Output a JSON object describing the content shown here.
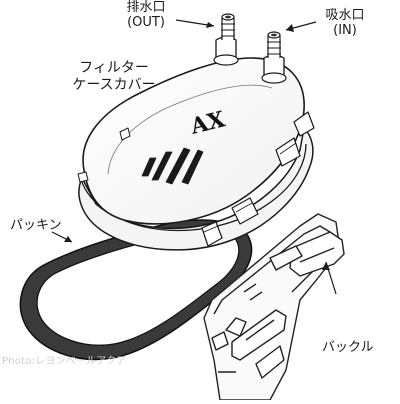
{
  "labels": {
    "outlet": {
      "main": "排水口",
      "sub": "(OUT)"
    },
    "inlet": {
      "main": "吸水口",
      "sub": "(IN)"
    },
    "cover": {
      "line1": "フィルター",
      "line2": "ケースカバー"
    },
    "gasket": "パッキン",
    "buckle": "バックル"
  },
  "cover_brand": "AX",
  "watermark": "Photo:レヨンベールアクア"
}
